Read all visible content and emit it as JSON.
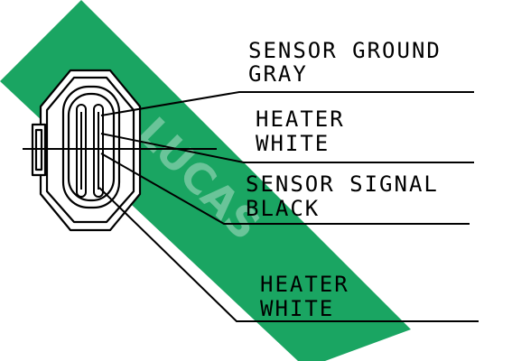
{
  "colors": {
    "background": "#ffffff",
    "ink": "#000000",
    "watermark": "#1aa562"
  },
  "labels": {
    "sensor_ground": {
      "name": "SENSOR GROUND",
      "wire": "GRAY"
    },
    "heater_1": {
      "name": "HEATER",
      "wire": "WHITE"
    },
    "sensor_signal": {
      "name": "SENSOR SIGNAL",
      "wire": "BLACK"
    },
    "heater_2": {
      "name": "HEATER",
      "wire": "WHITE"
    }
  },
  "watermark": {
    "text": "LUCAS"
  }
}
